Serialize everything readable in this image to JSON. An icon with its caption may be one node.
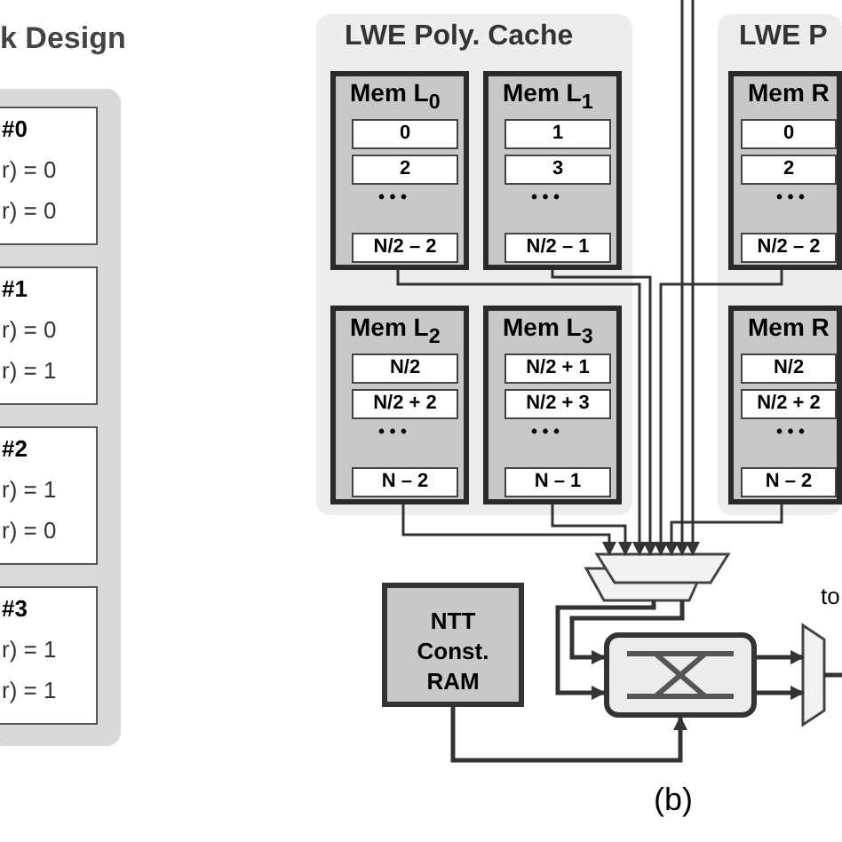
{
  "diagram": {
    "nodes": [
      {
        "text": [
          "k Design"
        ]
      },
      {
        "text": [
          "#0",
          "r) = 0",
          "r) = 0"
        ],
        "in": 0
      },
      {
        "text": [
          "#1",
          "r) = 0",
          "r) = 1"
        ],
        "in": 0
      },
      {
        "text": [
          "#2",
          "r) = 1",
          "r) = 0"
        ],
        "in": 0
      },
      {
        "text": [
          "#3",
          "r) = 1",
          "r) = 1"
        ],
        "in": 0
      },
      {
        "text": [
          "LWE Poly. Cache"
        ]
      },
      {
        "text": [
          "Mem L$_{0}$",
          "• • •"
        ],
        "in": 5
      },
      {
        "text": [
          "0"
        ],
        "in": 6
      },
      {
        "text": [
          "2"
        ],
        "in": 6
      },
      {
        "text": [
          "N/2 – 2"
        ],
        "in": 6
      },
      {
        "text": [
          "Mem L$_{1}$",
          "• • •"
        ],
        "in": 5
      },
      {
        "text": [
          "1"
        ],
        "in": 10
      },
      {
        "text": [
          "3"
        ],
        "in": 10
      },
      {
        "text": [
          "N/2 – 1"
        ],
        "in": 10
      },
      {
        "text": [
          "Mem L$_{2}$",
          "• • •"
        ],
        "in": 5
      },
      {
        "text": [
          "N/2"
        ],
        "in": 14
      },
      {
        "text": [
          "N/2 + 2"
        ],
        "in": 14
      },
      {
        "text": [
          "N – 2"
        ],
        "in": 14
      },
      {
        "text": [
          "Mem L$_{3}$",
          "• • •"
        ],
        "in": 5
      },
      {
        "text": [
          "N/2 + 1"
        ],
        "in": 18
      },
      {
        "text": [
          "N/2 + 3"
        ],
        "in": 18
      },
      {
        "text": [
          "N – 1"
        ],
        "in": 18
      },
      {
        "text": [
          "LWE P"
        ]
      },
      {
        "text": [
          "Mem R",
          "• • •"
        ],
        "in": 22
      },
      {
        "text": [
          "0"
        ],
        "in": 23
      },
      {
        "text": [
          "2"
        ],
        "in": 23
      },
      {
        "text": [
          "N/2 – 2"
        ],
        "in": 23
      },
      {
        "text": [
          "Mem R",
          "• • •"
        ],
        "in": 22
      },
      {
        "text": [
          "N/2"
        ],
        "in": 27
      },
      {
        "text": [
          "N/2 + 2"
        ],
        "in": 27
      },
      {
        "text": [
          "N – 2"
        ],
        "in": 27
      },
      {
        "text": [],
        "shape": "trapezoid"
      },
      {
        "text": [
          "NTT Const. RAM"
        ]
      },
      {
        "text": [],
        "shape": "box"
      },
      {
        "text": [],
        "shape": "trapezoid"
      }
    ],
    "edges": [
      {
        "from": 14,
        "to": 31,
        "arrow": "to"
      },
      {
        "from": 18,
        "to": 31,
        "arrow": "to"
      },
      {
        "from": 6,
        "to": 31,
        "arrow": "to"
      },
      {
        "from": 10,
        "to": 31,
        "arrow": "to"
      },
      {
        "from": 23,
        "to": 31,
        "arrow": "to"
      },
      {
        "from": 27,
        "to": 31,
        "arrow": "to"
      },
      {
        "from": null,
        "to": 31,
        "arrow": "to"
      },
      {
        "from": null,
        "to": 31,
        "arrow": "to"
      },
      {
        "from": 31,
        "to": 33,
        "arrow": "to"
      },
      {
        "from": 31,
        "to": 33,
        "arrow": "to"
      },
      {
        "from": 32,
        "to": 33,
        "arrow": "to"
      },
      {
        "from": 33,
        "to": 34,
        "arrow": "to"
      },
      {
        "from": 33,
        "to": 34,
        "arrow": "to"
      },
      {
        "from": 34,
        "to": null,
        "arrow": "none"
      }
    ],
    "labels": [
      "to",
      "(b)"
    ]
  }
}
